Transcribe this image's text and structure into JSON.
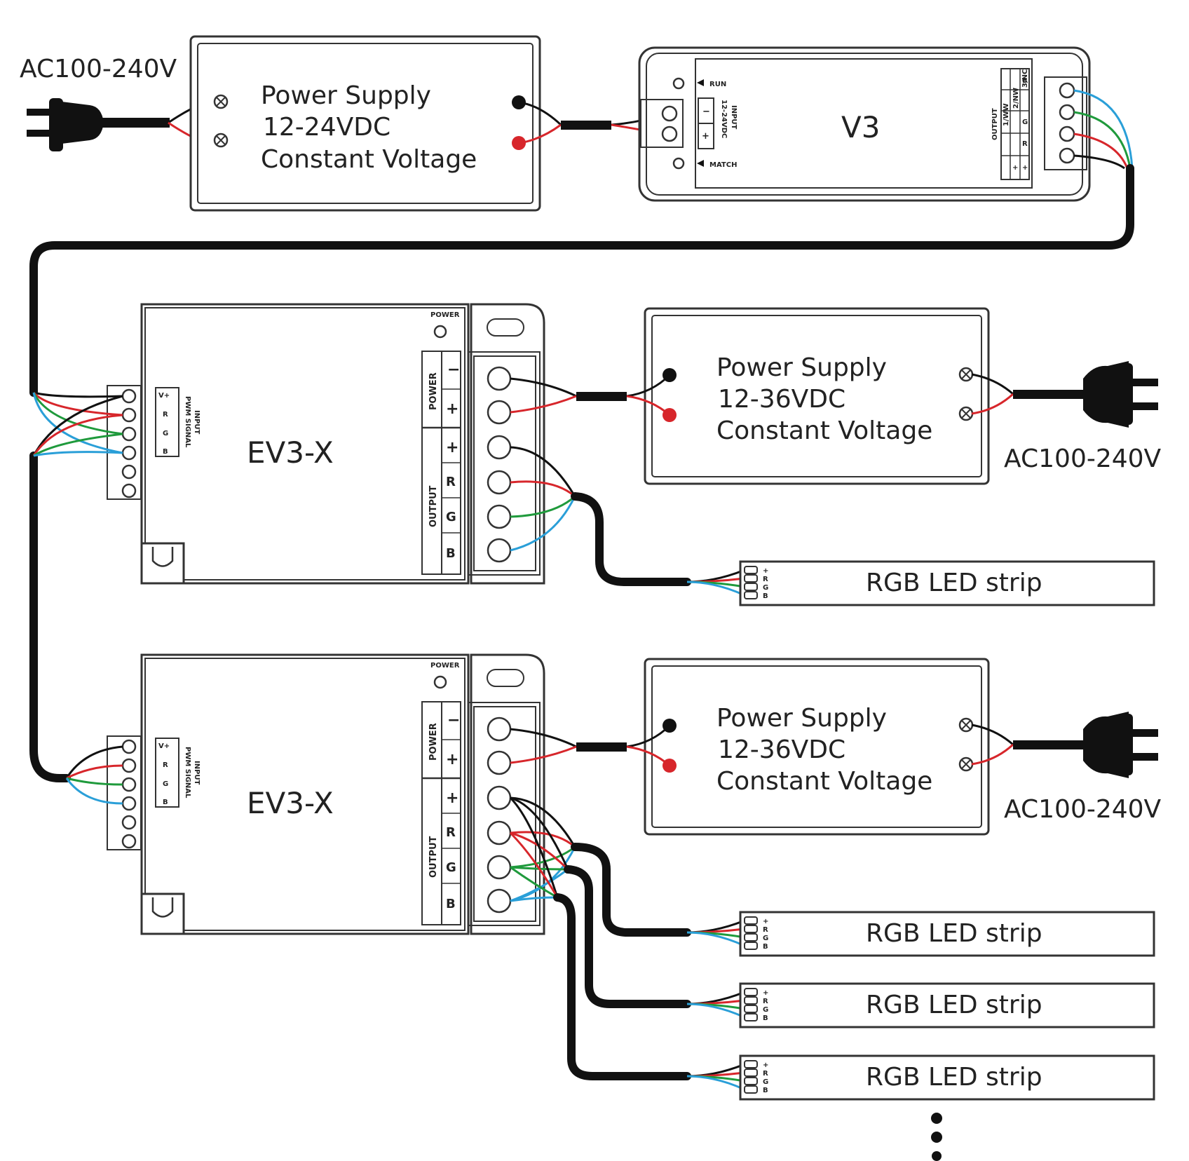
{
  "colors": {
    "red": "#d7262b",
    "green": "#1f9a3c",
    "blue": "#2a9fd8",
    "black": "#111111"
  },
  "top": {
    "ac_label": "AC100-240V",
    "psu": {
      "line1": "Power Supply",
      "line2": "12-24VDC",
      "line3": "Constant Voltage"
    },
    "controller": {
      "model": "V3",
      "run": "RUN",
      "match": "MATCH",
      "input_label": "INPUT",
      "input_voltage": "12-24VDC",
      "output_label": "OUTPUT",
      "output_cols": [
        "1/WW",
        "2/NW",
        "3/NC"
      ],
      "output_rows": [
        "+",
        "+",
        "R",
        "G",
        "B"
      ],
      "input_minus": "−",
      "input_plus": "+"
    }
  },
  "ev_units": [
    {
      "model": "EV3-X",
      "power": "POWER",
      "power_section": "POWER",
      "output_section": "OUTPUT",
      "input_label": "INPUT",
      "input_sub": "PWM SIGNAL",
      "input_pins": [
        "V+",
        "R",
        "G",
        "B"
      ],
      "terminals": [
        "−",
        "+",
        "+",
        "R",
        "G",
        "B"
      ]
    },
    {
      "model": "EV3-X",
      "power": "POWER",
      "power_section": "POWER",
      "output_section": "OUTPUT",
      "input_label": "INPUT",
      "input_sub": "PWM SIGNAL",
      "input_pins": [
        "V+",
        "R",
        "G",
        "B"
      ],
      "terminals": [
        "−",
        "+",
        "+",
        "R",
        "G",
        "B"
      ]
    }
  ],
  "side_psus": [
    {
      "line1": "Power Supply",
      "line2": "12-36VDC",
      "line3": "Constant Voltage",
      "ac_label": "AC100-240V"
    },
    {
      "line1": "Power Supply",
      "line2": "12-36VDC",
      "line3": "Constant Voltage",
      "ac_label": "AC100-240V"
    }
  ],
  "strips": [
    {
      "label": "RGB LED strip",
      "pins": [
        "+",
        "R",
        "G",
        "B"
      ]
    },
    {
      "label": "RGB LED strip",
      "pins": [
        "+",
        "R",
        "G",
        "B"
      ]
    },
    {
      "label": "RGB LED strip",
      "pins": [
        "+",
        "R",
        "G",
        "B"
      ]
    },
    {
      "label": "RGB LED strip",
      "pins": [
        "+",
        "R",
        "G",
        "B"
      ]
    }
  ]
}
